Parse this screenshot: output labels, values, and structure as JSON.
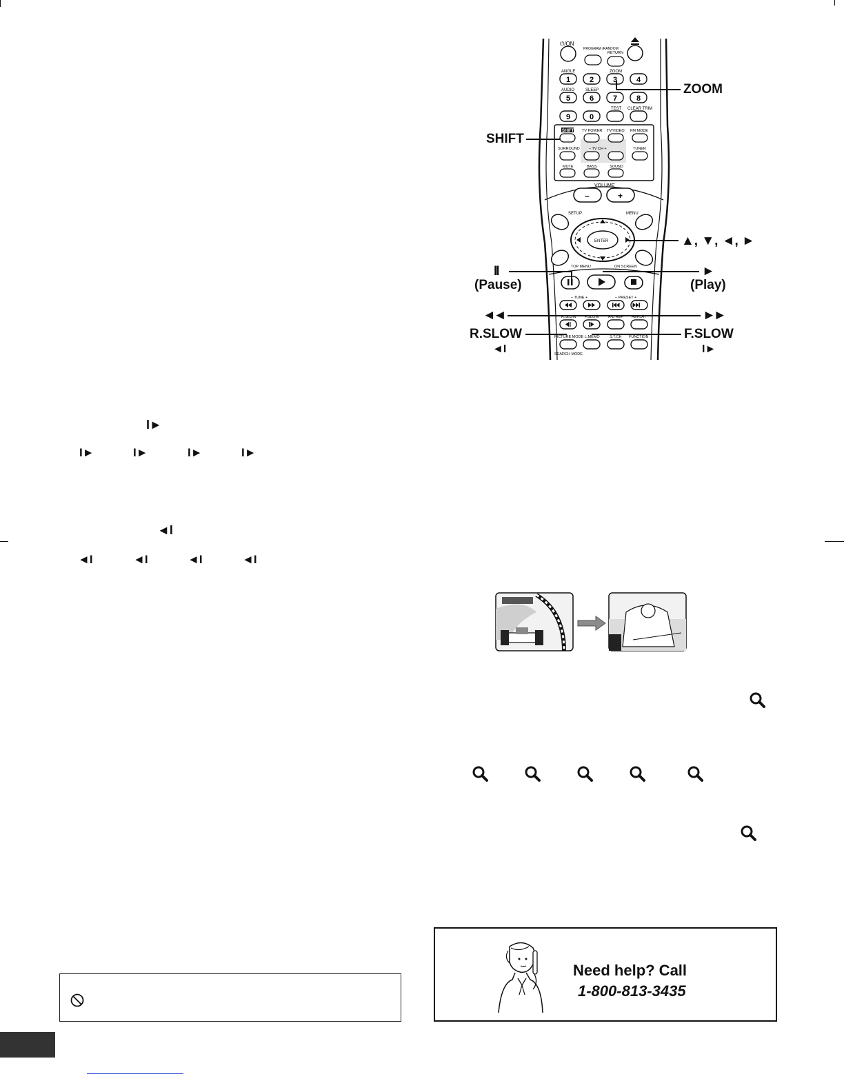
{
  "remote": {
    "top_row": {
      "power": "⏻/ON",
      "program": "PROGRAM /RANDOM",
      "return": "RETURN"
    },
    "numeric_labels": {
      "angle": "ANGLE",
      "zoom": "ZOOM",
      "audio": "AUDIO",
      "sleep": "SLEEP",
      "test": "TEST",
      "clear_trim": "CLEAR TRIM"
    },
    "numbers": [
      "1",
      "2",
      "3",
      "4",
      "5",
      "6",
      "7",
      "8",
      "9",
      "0"
    ],
    "shift_block": {
      "shift": "SHIFT",
      "tv_power": "TV POWER",
      "tv_video": "TV/VIDEO",
      "fm_mode": "FM MODE",
      "surround": "SURROUND",
      "tv_ch": "– TV CH +",
      "tuner": "TUNER",
      "mute": "MUTE",
      "bass": "BASS",
      "sound": "SOUND"
    },
    "volume": {
      "label": "VOLUME",
      "minus": "–",
      "plus": "+"
    },
    "nav": {
      "setup": "SETUP",
      "menu": "MENU",
      "enter": "ENTER",
      "top_menu": "TOP MENU",
      "on_screen": "ON SCREEN"
    },
    "transport": {
      "tune": "– TUNE +",
      "preset": "– PRESET +"
    },
    "bottom_rows": {
      "r_slow": "R.SLOW",
      "f_slow": "F.SLOW",
      "ab_rep": "A-B REP",
      "replay": "REPLAY",
      "picture_mode": "PICTURE MODE",
      "l_memo": "L.MEMO",
      "st_ch": "S.T.CH",
      "function": "FUNCTION",
      "search_mode": "SEARCH MODE"
    }
  },
  "callouts": {
    "zoom": "ZOOM",
    "shift": "SHIFT",
    "arrows": "▲, ▼, ◄, ►",
    "pause_symbol": "II",
    "pause": "(Pause)",
    "play_symbol": "►",
    "play": "(Play)",
    "rewind_symbol": "◄◄",
    "forward_symbol": "►►",
    "r_slow": "R.SLOW",
    "r_slow_symbol": "◄I",
    "f_slow": "F.SLOW",
    "f_slow_symbol": "I►"
  },
  "left_column": {
    "fslow_symbol": "I►",
    "fslow_steps": [
      "I►",
      "I►",
      "I►",
      "I►"
    ],
    "rslow_symbol": "◄I",
    "rslow_steps": [
      "◄I",
      "◄I",
      "◄I",
      "◄I"
    ],
    "note_icon": "prohibited-icon"
  },
  "zoom_section": {
    "illustration": "race-car-zoom-illustration",
    "icons": [
      "zoom-magnifier-icon"
    ]
  },
  "help_box": {
    "title": "Need help? Call",
    "phone": "1-800-813-3435"
  }
}
